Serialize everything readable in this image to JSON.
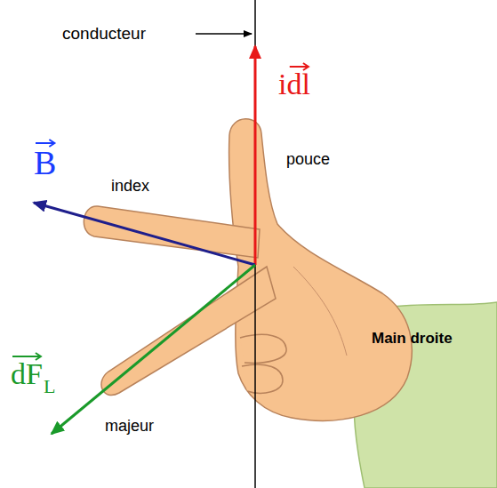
{
  "diagram": {
    "labels": [
      "conducteur",
      "idl",
      "B",
      "index",
      "pouce",
      "dF",
      "L",
      "majeur",
      "Main droite"
    ]
  }
}
